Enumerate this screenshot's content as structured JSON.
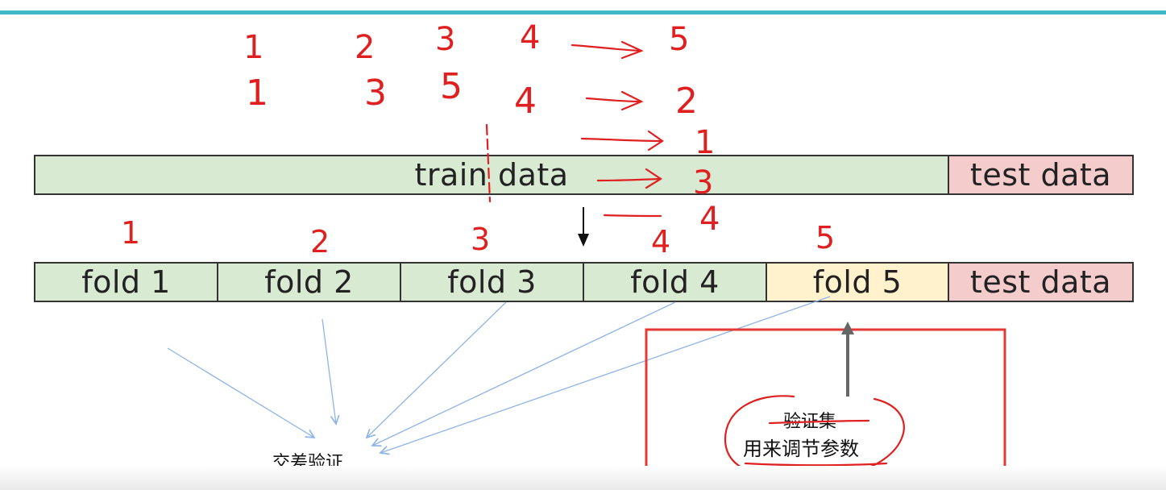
{
  "train_row": {
    "train_label": "train data",
    "test_label": "test data"
  },
  "fold_row": {
    "folds": [
      "fold 1",
      "fold 2",
      "fold 3",
      "fold 4",
      "fold 5"
    ],
    "test_label": "test data"
  },
  "annotations": {
    "cross_validation": "交差验证",
    "validation_set": "验证集",
    "validation_purpose": "用来调节参数"
  },
  "handwriting": {
    "sequence_1": [
      "1",
      "2",
      "3",
      "4",
      "5"
    ],
    "sequence_2": [
      "1",
      "3",
      "5",
      "4",
      "2"
    ],
    "extra_results": [
      "1",
      "3",
      "4"
    ],
    "fold_numbers": [
      "1",
      "2",
      "3",
      "4",
      "5"
    ]
  },
  "colors": {
    "train": "#d9ead3",
    "test": "#f4cccc",
    "validation_fold": "#fff2cc",
    "header_rule": "#3fb7c4",
    "handwriting": "#e02020",
    "highlight_box": "#e53935",
    "connector": "#8fb4e8"
  }
}
